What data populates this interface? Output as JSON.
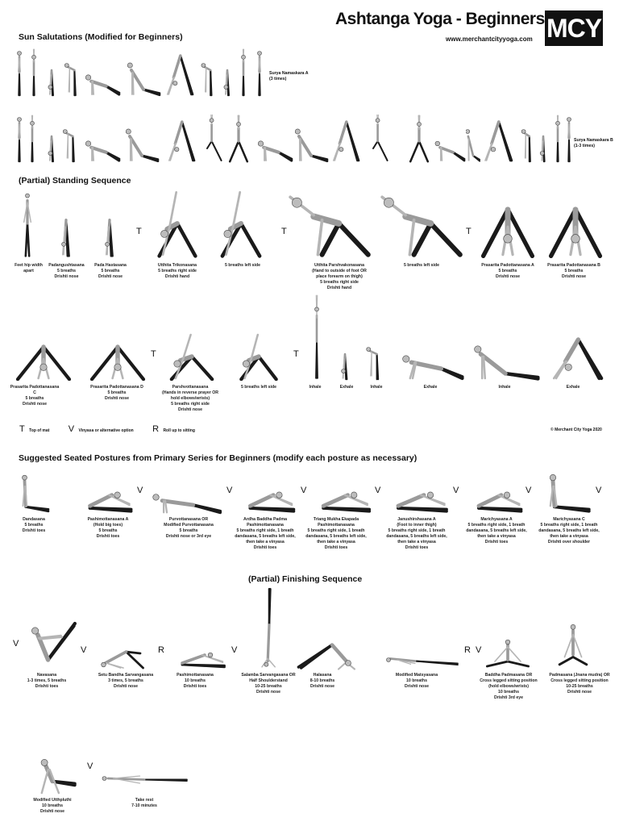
{
  "header": {
    "title": "Ashtanga Yoga - Beginners",
    "url": "www.merchantcityyoga.com",
    "logo": "MCY"
  },
  "sections": {
    "sun": "Sun Salutations (Modified for Beginners)",
    "standing": "(Partial) Standing Sequence",
    "seated": "Suggested Seated Postures from Primary Series for Beginners (modify each posture as necessary)",
    "finishing": "(Partial) Finishing Sequence"
  },
  "sun": {
    "a_label": [
      "Surya Namaskara A",
      "(3 times)"
    ],
    "b_label": [
      "Surya Namaskara B",
      "(1-3 times)"
    ]
  },
  "standing_row1": [
    [
      "Feet hip width",
      "apart"
    ],
    [
      "Padangushtasana",
      "5 breaths",
      "Drishti nose"
    ],
    [
      "Pada Hastasana",
      "5 breaths",
      "Drishti nose"
    ],
    [
      "Utthita Trikonasana",
      "5 breaths right side",
      "Drishti hand"
    ],
    [
      "5 breaths left side"
    ],
    [
      "Utthita Parshvakonasana",
      "(Hand to outside of foot OR",
      "place forearm on thigh)",
      "5 breaths right side",
      "Drishti hand"
    ],
    [
      "5 breaths left side"
    ],
    [
      "Prasarita Padottanasana A",
      "5 breaths",
      "Drishti nose"
    ],
    [
      "Prasarita Padottanasana B",
      "5 breaths",
      "Drishti nose"
    ]
  ],
  "standing_row2": [
    [
      "Prasarita Padottanasana C",
      "5 breaths",
      "Drishti nose"
    ],
    [
      "Prasarita Padottanasana D",
      "5 breaths",
      "Drishti nose"
    ],
    [
      "Parshvottanasana",
      "(Hands in reverse prayer OR",
      "hold elbows/wrists)",
      "5 breaths right side",
      "Drishti nose"
    ],
    [
      "5 breaths left side"
    ],
    [
      "Inhale"
    ],
    [
      "Exhale"
    ],
    [
      "Inhale"
    ],
    [
      "Exhale"
    ],
    [
      "Inhale"
    ],
    [
      "Exhale"
    ]
  ],
  "legend": {
    "t_key": "T",
    "t_text": "Top of mat",
    "v_key": "V",
    "v_text": "Vinyasa or alternative option",
    "r_key": "R",
    "r_text": "Roll up to sitting",
    "copyright": "© Merchant City Yoga 2020"
  },
  "marks": {
    "t": "T",
    "v": "V",
    "r": "R"
  },
  "seated": [
    [
      "Dandasana",
      "5 breaths",
      "Drishti toes"
    ],
    [
      "Pashimottanasana A",
      "(Hold big toes)",
      "5 breaths",
      "Drishti toes"
    ],
    [
      "Purvottanasana  OR",
      "Modified Purvottanasana",
      "5 breaths",
      "Drishti nose or 3rd eye"
    ],
    [
      "Ardha Baddha Padma",
      "Pashimottanasana",
      "5 breaths right side, 1 breath",
      "dandasana, 5 breaths left side,",
      "then take a vinyasa",
      "Drishti toes"
    ],
    [
      "Triang Mukha Ekapada",
      "Pashimottanasana",
      "5 breaths right side, 1 breath",
      "dandasana, 5 breaths left side,",
      "then take a vinyasa",
      "Drishti toes"
    ],
    [
      "Janushirshasana A",
      "(Foot to inner thigh)",
      "5 breaths right side, 1 breath",
      "dandasana, 5 breaths left side,",
      "then take a vinyasa",
      "Drishti toes"
    ],
    [
      "Marichyasana A",
      "5 breaths right side, 1 breath",
      "dandasana, 5 breaths left side,",
      "then take a vinyasa",
      "Drishti toes"
    ],
    [
      "Marichyasana C",
      "5 breaths right side, 1 breath",
      "dandasana, 5 breaths left side,",
      "then take a vinyasa",
      "Drishti over shoulder"
    ]
  ],
  "finishing": [
    [
      "Navasana",
      "1-3 times, 5 breaths",
      "Drishti toes"
    ],
    [
      "Setu Bandha Sarvangasana",
      "3 times, 5 breaths",
      "Drishti nose"
    ],
    [
      "Pashimottanasana",
      "10 breaths",
      "Drishti toes"
    ],
    [
      "Salamba Sarvangasana  OR",
      "Half Shoulderstand",
      "10-25 breaths",
      "Drishti nose"
    ],
    [
      "Halasana",
      "8-10 breaths",
      "Drishti nose"
    ],
    [
      "Modified Matsyasana",
      "10 breaths",
      "Drishti nose"
    ],
    [
      "Baddha Padmasana  OR",
      "Cross legged sitting position",
      "(hold elbows/wrists)",
      "10 breaths",
      "Drishti 3rd eye"
    ],
    [
      "Padmasana (Jnana mudra)  OR",
      "Cross legged sitting position",
      "10-25 breaths",
      "Drishti nose"
    ]
  ],
  "final": [
    [
      "Modified Utthpluthi",
      "10 breaths",
      "Drishti nose"
    ],
    [
      "Take rest",
      "7-10 minutes"
    ]
  ]
}
